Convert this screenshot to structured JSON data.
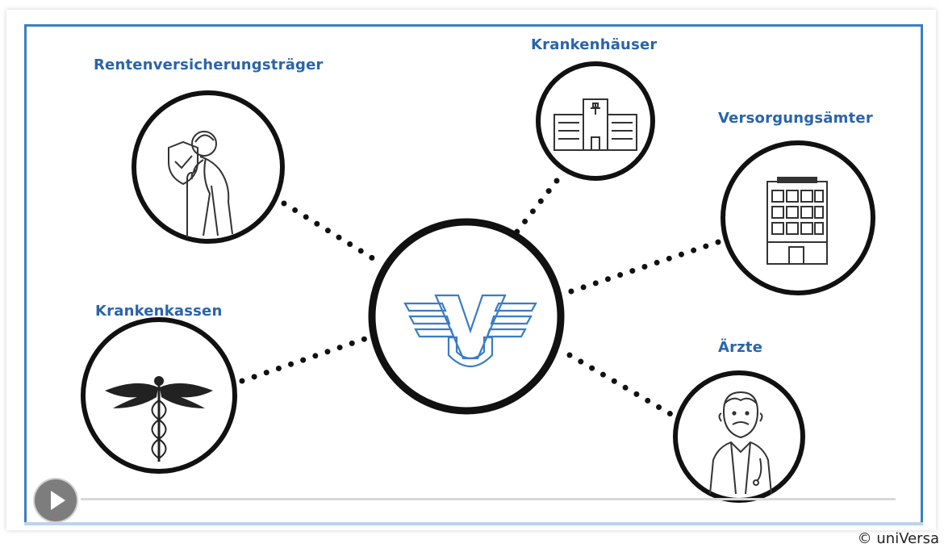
{
  "nodes": {
    "rentenversicherung": {
      "label": "Rentenversicherungsträger"
    },
    "krankenhaeuser": {
      "label": "Krankenhäuser"
    },
    "versorgungsaemter": {
      "label": "Versorgungsämter"
    },
    "krankenkassen": {
      "label": "Krankenkassen"
    },
    "aerzte": {
      "label": "Ärzte"
    }
  },
  "center": {
    "logo": "winged-v-logo"
  },
  "player": {
    "play_icon": "play-icon"
  },
  "footer": {
    "copyright": "© uniVersa"
  },
  "colors": {
    "label_blue": "#2a64ab",
    "frame_blue": "#3a7fc0",
    "logo_blue": "#3b7cc4",
    "ink": "#111111"
  }
}
